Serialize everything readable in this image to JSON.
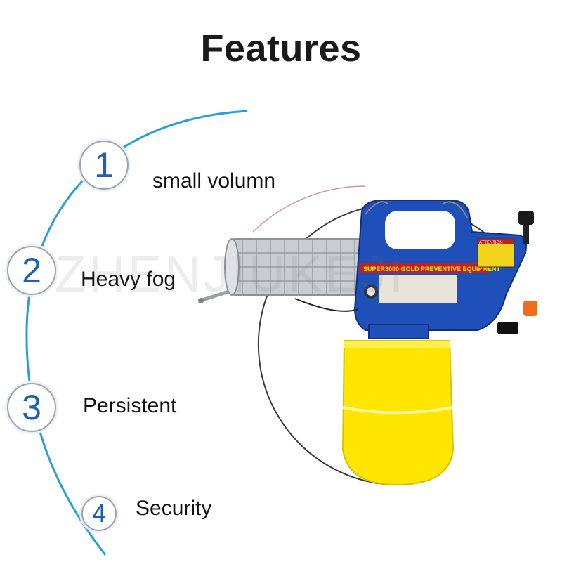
{
  "title": "Features",
  "features": [
    {
      "num": "1",
      "label": "small volumn"
    },
    {
      "num": "2",
      "label": "Heavy fog"
    },
    {
      "num": "3",
      "label": "Persistent"
    },
    {
      "num": "4",
      "label": "Security"
    }
  ],
  "watermark": "ZHENJIUKEJI",
  "product": {
    "label_main": "SUPER3000 GOLD PREVENTIVE EQUIPMENT",
    "label_warning": "ATTENTION",
    "colors": {
      "body": "#1f4fb8",
      "tank": "#ffe600",
      "knob": "#f26b1d",
      "steel": "#b8bcc2"
    }
  },
  "accent_color": "#2a9ed8"
}
